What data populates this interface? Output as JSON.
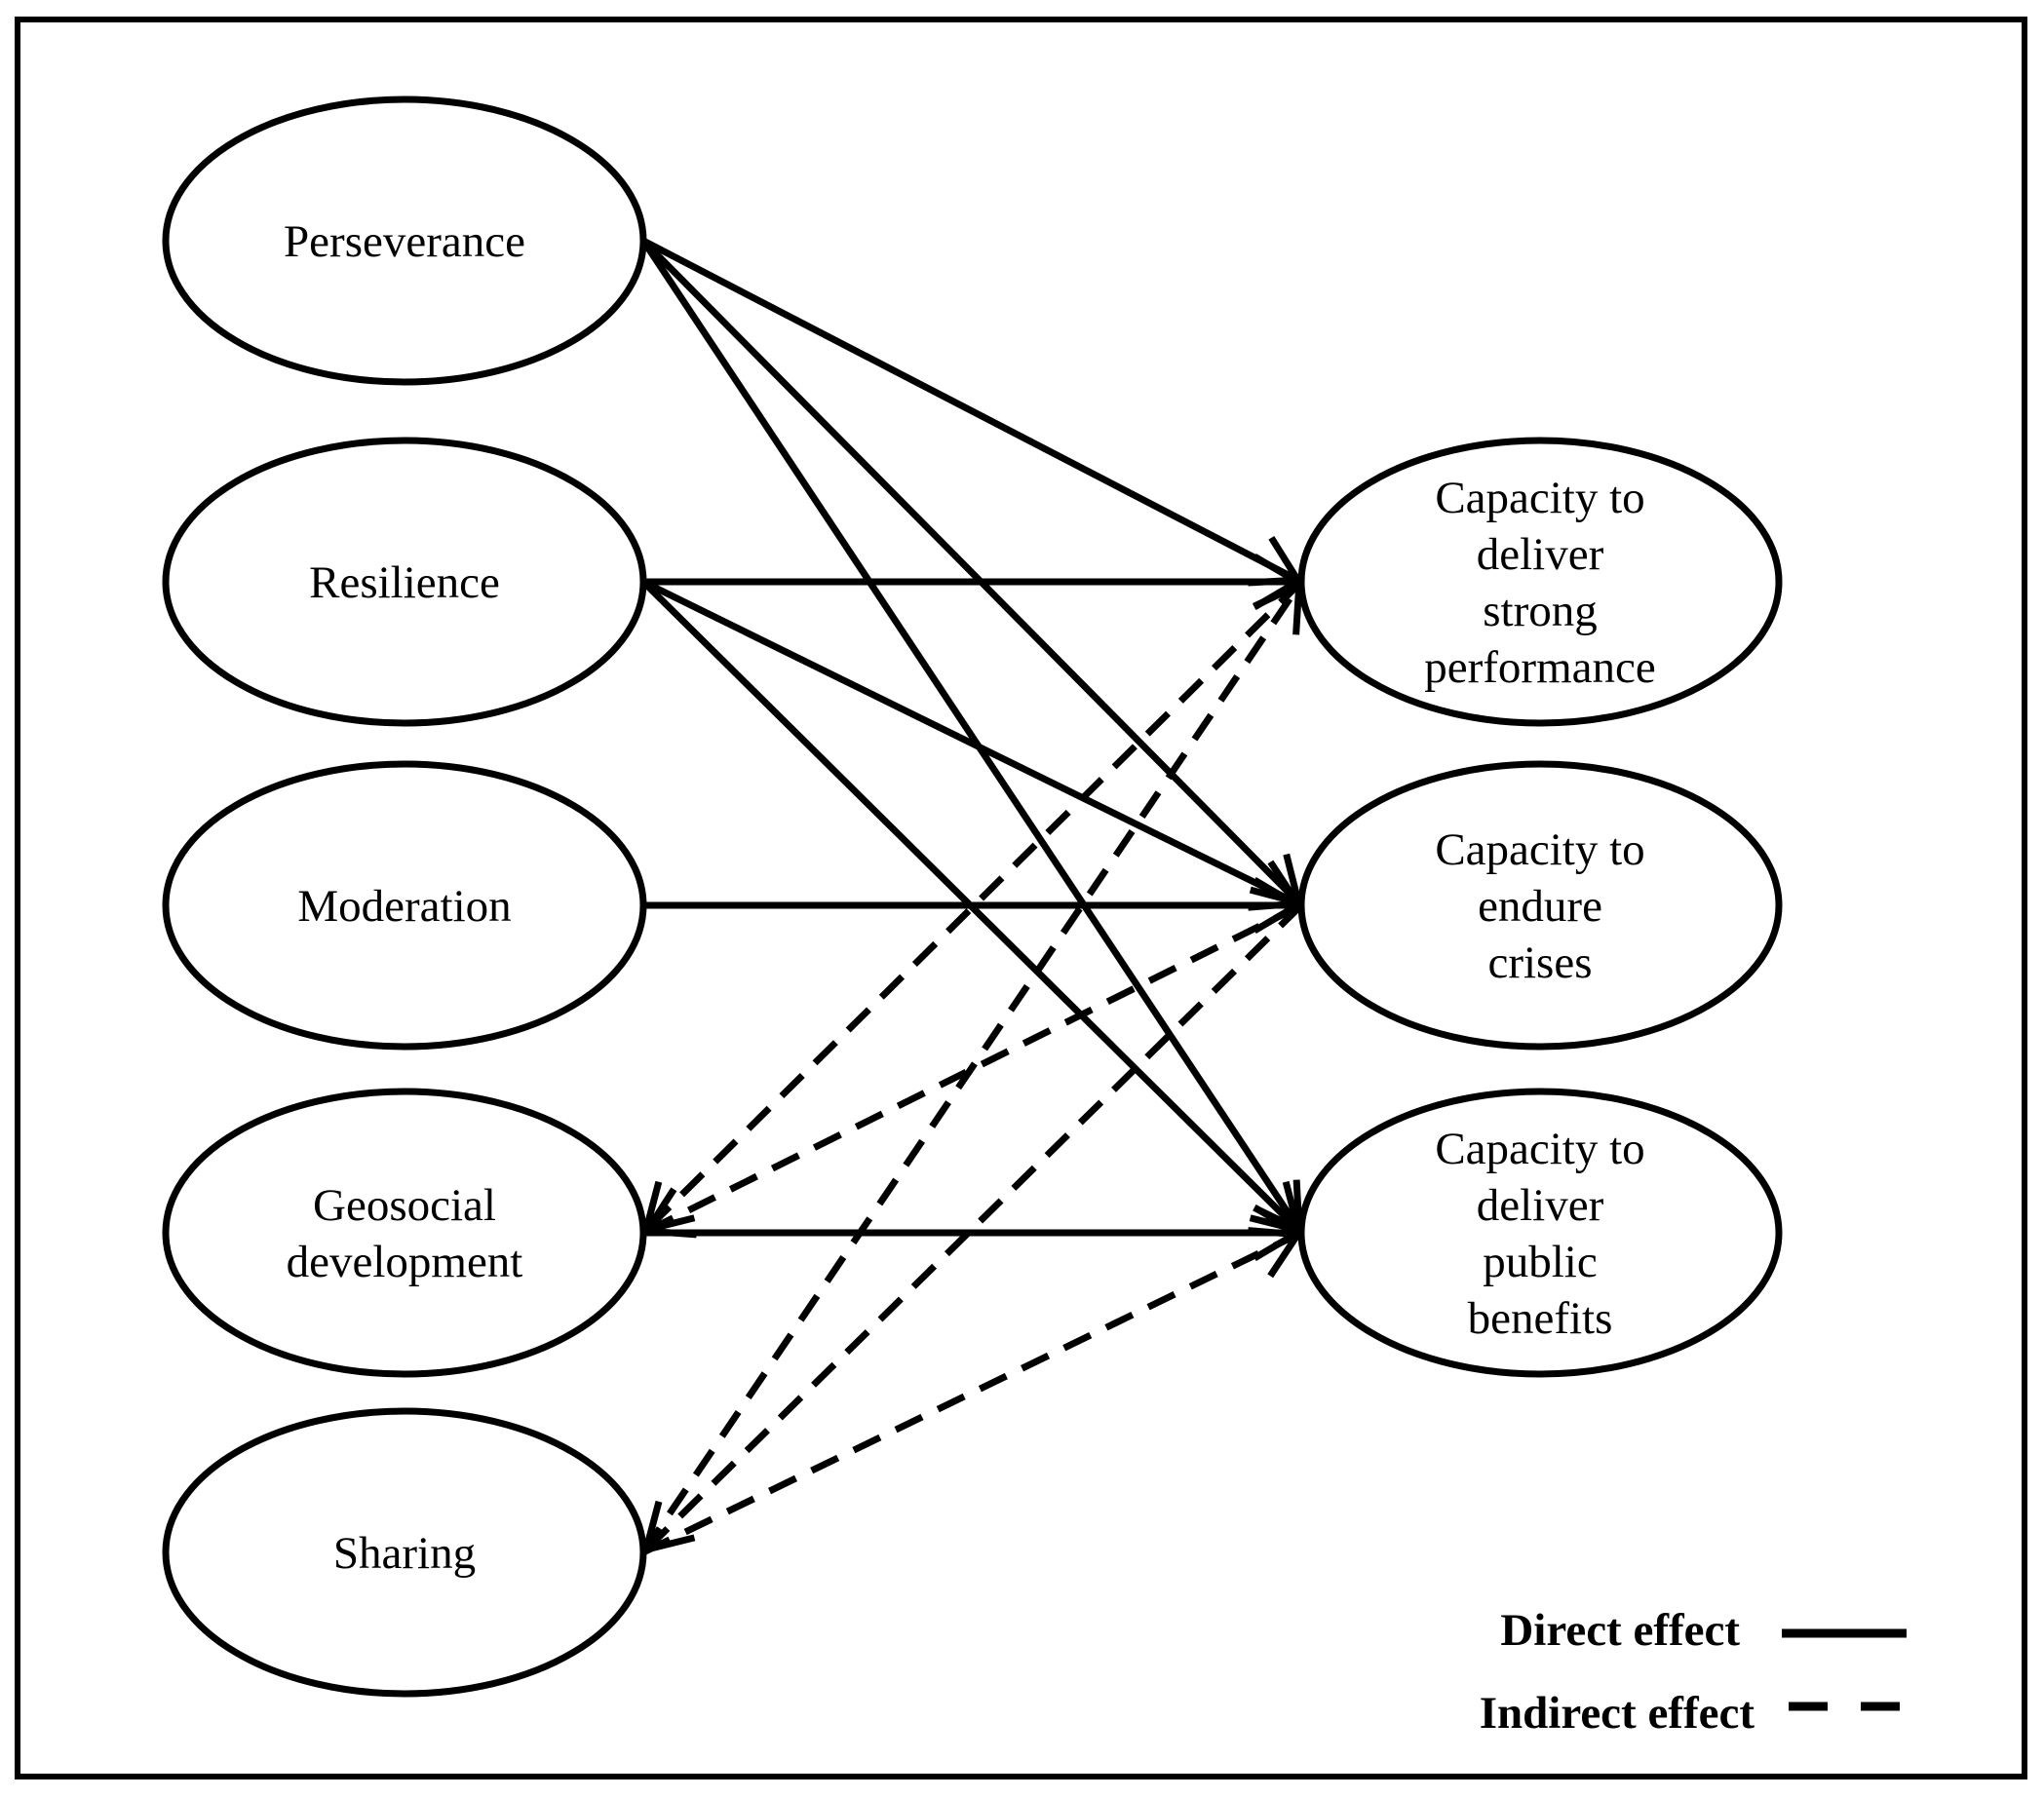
{
  "diagram": {
    "nodes": [
      {
        "id": "perseverance",
        "lines": [
          "Perseverance"
        ]
      },
      {
        "id": "resilience",
        "lines": [
          "Resilience"
        ]
      },
      {
        "id": "moderation",
        "lines": [
          "Moderation"
        ]
      },
      {
        "id": "geosocial",
        "lines": [
          "Geosocial",
          "development"
        ]
      },
      {
        "id": "sharing",
        "lines": [
          "Sharing"
        ]
      },
      {
        "id": "cap_performance",
        "lines": [
          "Capacity to",
          "deliver",
          "strong",
          "performance"
        ]
      },
      {
        "id": "cap_crises",
        "lines": [
          "Capacity to",
          "endure",
          "crises"
        ]
      },
      {
        "id": "cap_benefits",
        "lines": [
          "Capacity to",
          "deliver",
          "public",
          "benefits"
        ]
      }
    ],
    "edges": [
      {
        "from": "perseverance",
        "to": "cap_performance",
        "type": "direct"
      },
      {
        "from": "perseverance",
        "to": "cap_crises",
        "type": "direct"
      },
      {
        "from": "perseverance",
        "to": "cap_benefits",
        "type": "direct"
      },
      {
        "from": "resilience",
        "to": "cap_performance",
        "type": "direct"
      },
      {
        "from": "resilience",
        "to": "cap_crises",
        "type": "direct"
      },
      {
        "from": "resilience",
        "to": "cap_benefits",
        "type": "direct"
      },
      {
        "from": "moderation",
        "to": "cap_crises",
        "type": "direct"
      },
      {
        "from": "geosocial",
        "to": "cap_benefits",
        "type": "direct"
      },
      {
        "from": "cap_performance",
        "to": "geosocial",
        "type": "indirect"
      },
      {
        "from": "cap_crises",
        "to": "geosocial",
        "type": "indirect"
      },
      {
        "from": "sharing",
        "to": "cap_performance",
        "type": "indirect"
      },
      {
        "from": "cap_crises",
        "to": "sharing",
        "type": "indirect"
      },
      {
        "from": "sharing",
        "to": "cap_benefits",
        "type": "indirect"
      }
    ]
  },
  "legend": {
    "direct_label": "Direct effect",
    "indirect_label": "Indirect effect"
  }
}
